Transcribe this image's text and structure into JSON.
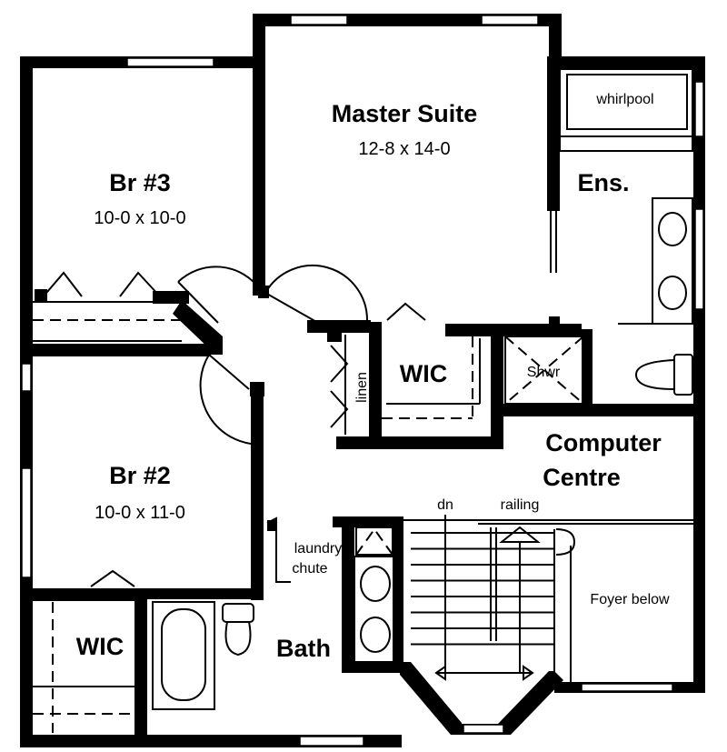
{
  "rooms": {
    "master_suite": {
      "name": "Master Suite",
      "size": "12-8 x 14-0"
    },
    "br3": {
      "name": "Br #3",
      "size": "10-0 x 10-0"
    },
    "br2": {
      "name": "Br #2",
      "size": "10-0 x 11-0"
    },
    "ensuite": {
      "name": "Ens."
    },
    "whirlpool": {
      "name": "whirlpool"
    },
    "shower": {
      "name": "Shwr"
    },
    "wic_master": {
      "name": "WIC"
    },
    "wic_br2": {
      "name": "WIC"
    },
    "linen": {
      "name": "linen"
    },
    "computer_centre": {
      "line1": "Computer",
      "line2": "Centre"
    },
    "bath": {
      "name": "Bath"
    },
    "laundry_chute": {
      "line1": "laundry",
      "line2": "chute"
    },
    "foyer": {
      "name": "Foyer below"
    }
  },
  "stairs": {
    "down_label": "dn",
    "railing_label": "railing"
  }
}
